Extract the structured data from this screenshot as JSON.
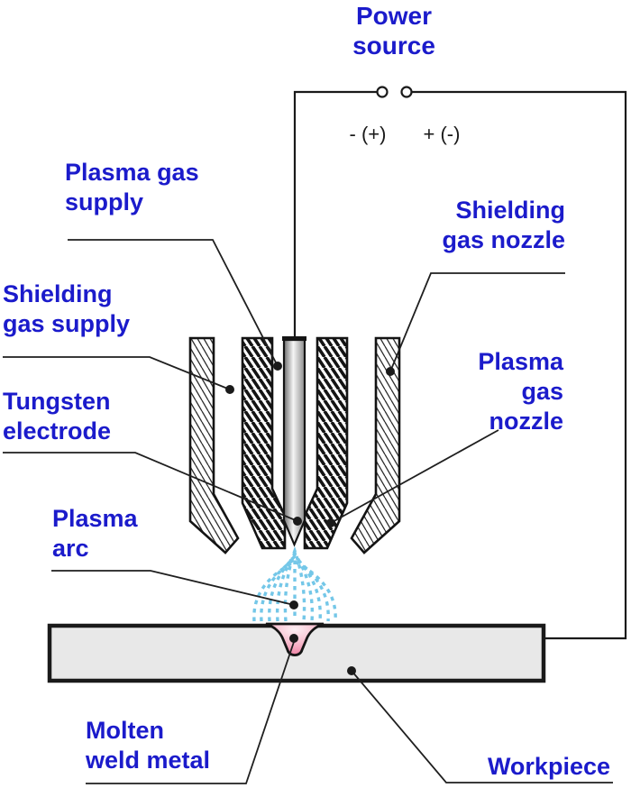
{
  "diagram": {
    "labels": {
      "power_source": "Power\nsource",
      "polarity_left": "- (+)",
      "polarity_right": "+ (-)",
      "plasma_gas_supply": "Plasma gas\nsupply",
      "shielding_gas_supply": "Shielding\ngas supply",
      "tungsten_electrode": "Tungsten\nelectrode",
      "plasma_arc": "Plasma\narc",
      "molten_weld_metal": "Molten\nweld metal",
      "workpiece": "Workpiece",
      "shielding_gas_nozzle": "Shielding\ngas nozzle",
      "plasma_gas_nozzle": "Plasma\ngas\nnozzle"
    },
    "colors": {
      "label_blue": "#1b1bcb",
      "line_black": "#1a1a1a",
      "plasma_arc_blue": "#74c7e8",
      "molten_metal_pink": "#ea6f96",
      "molten_metal_highlight": "#fdf0f4",
      "workpiece_gray": "#e8e8e8",
      "electrode_gray_dark": "#6e6e6e",
      "electrode_gray_light": "#f5f5f5"
    }
  }
}
